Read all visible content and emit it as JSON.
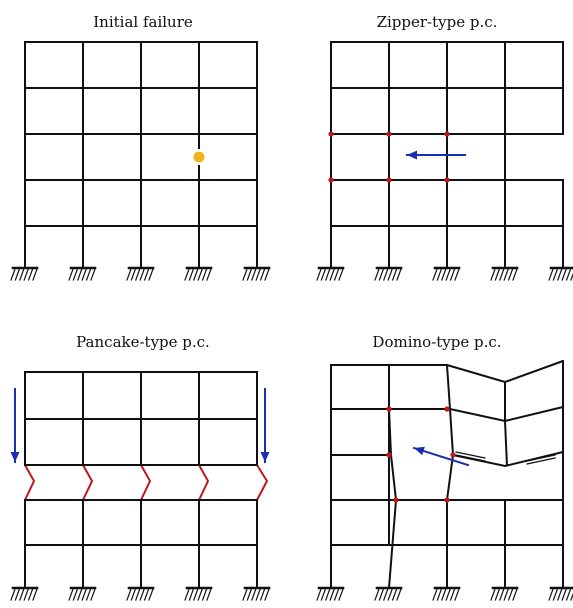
{
  "panels": [
    {
      "id": "initial-failure",
      "title": "Initial failure"
    },
    {
      "id": "zipper",
      "title": "Zipper-type p.c."
    },
    {
      "id": "pancake",
      "title": "Pancake-type p.c."
    },
    {
      "id": "domino",
      "title": "Domino-type p.c."
    }
  ],
  "colors": {
    "frame": "#111111",
    "hinge": "#c01818",
    "arrow": "#1a2fb0",
    "failure_marker": "#f2b21c"
  }
}
